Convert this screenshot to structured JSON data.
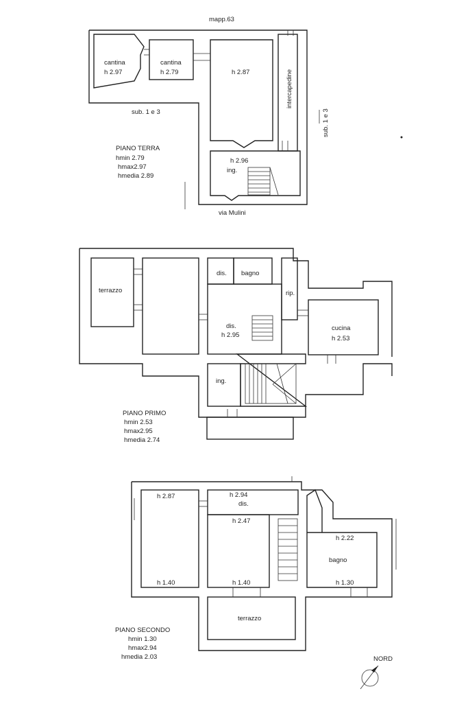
{
  "top": {
    "mapp": "mapp.63",
    "sub_left": "sub. 1 e 3",
    "sub_right": "sub. 1 e 3",
    "street": "via Mulini"
  },
  "piano_terra": {
    "title": "PIANO TERRA",
    "hmin": "hmin 2.79",
    "hmax": "hmax2.97",
    "hmedia": "hmedia 2.89",
    "rooms": {
      "cantina1": "cantina",
      "cantina1_h": "h 2.97",
      "cantina2": "cantina",
      "cantina2_h": "h 2.79",
      "main_h": "h 2.87",
      "intercapedine": "intercapedine",
      "ing_h": "h 2.96",
      "ing": "ing."
    }
  },
  "piano_primo": {
    "title": "PIANO PRIMO",
    "hmin": "hmin 2.53",
    "hmax": "hmax2.95",
    "hmedia": "hmedia 2.74",
    "rooms": {
      "terrazzo": "terrazzo",
      "dis_small": "dis.",
      "bagno": "bagno",
      "rip": "rip.",
      "dis": "dis.",
      "dis_h": "h 2.95",
      "cucina": "cucina",
      "cucina_h": "h 2.53",
      "ing": "ing."
    }
  },
  "piano_secondo": {
    "title": "PIANO SECONDO",
    "hmin": "hmin 1.30",
    "hmax": "hmax2.94",
    "hmedia": "hmedia  2.03",
    "rooms": {
      "left_h_top": "h 2.87",
      "left_h_bottom": "h 1.40",
      "dis_h": "h 2.94",
      "dis": "dis.",
      "mid_h_top": "h 2.47",
      "mid_h_bottom": "h 1.40",
      "bagno_h_top": "h 2.22",
      "bagno": "bagno",
      "bagno_h_bottom": "h 1.30",
      "terrazzo": "terrazzo"
    }
  },
  "north": {
    "label": "NORD"
  }
}
